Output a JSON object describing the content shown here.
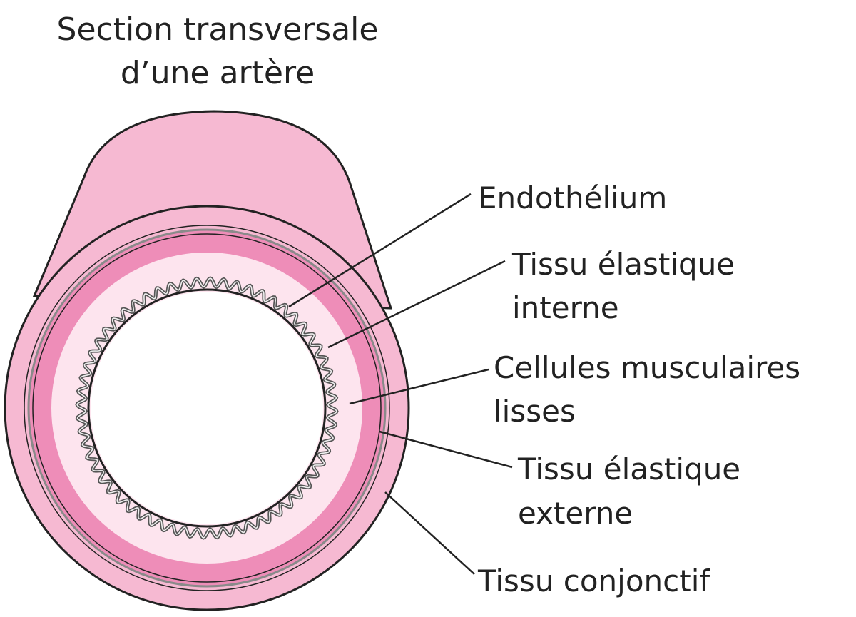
{
  "title": {
    "line1": "Section transversale",
    "line2": "d’une artère"
  },
  "labels": {
    "endothelium": "Endothélium",
    "internal_elastic": {
      "line1": "Tissu élastique",
      "line2": "interne"
    },
    "smooth_muscle": {
      "line1": "Cellules musculaires",
      "line2": "lisses"
    },
    "external_elastic": {
      "line1": "Tissu élastique",
      "line2": "externe"
    },
    "connective": "Tissu conjonctif"
  },
  "colors": {
    "outline": "#222222",
    "connective_tissue": "#f6b9d2",
    "muscle_outer": "#ee8db8",
    "muscle_inner": "#fde4ee",
    "lumen": "#ffffff",
    "elastic_line": "#8a8a8a"
  }
}
